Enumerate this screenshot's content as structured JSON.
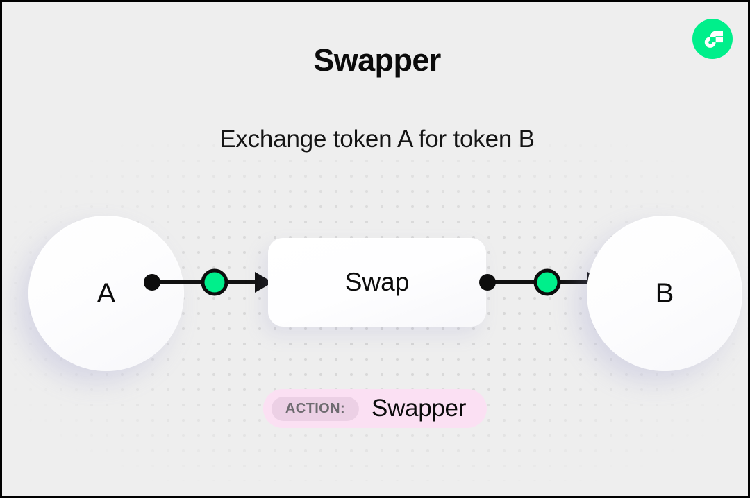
{
  "header": {
    "title": "Swapper",
    "subtitle": "Exchange token A for token B",
    "logo_icon": "flow-logo-icon"
  },
  "theme": {
    "background": "#eeeeee",
    "border": "#000000",
    "accent_green": "#00ef8b",
    "node_fill": "#ffffff",
    "badge_bg": "#fbe0f3",
    "badge_key_bg": "#ecd0e5",
    "badge_key_text": "#6e6b70",
    "text": "#0b0b0b",
    "dot_color": "#d4d4d4"
  },
  "diagram": {
    "type": "flow",
    "nodes": [
      {
        "id": "a",
        "label": "A",
        "shape": "circle"
      },
      {
        "id": "swap",
        "label": "Swap",
        "shape": "rounded-rect"
      },
      {
        "id": "b",
        "label": "B",
        "shape": "circle"
      }
    ],
    "edges": [
      {
        "from": "a",
        "to": "swap",
        "style": "arrow-with-green-handle"
      },
      {
        "from": "swap",
        "to": "b",
        "style": "arrow-with-green-handle"
      }
    ]
  },
  "action_badge": {
    "key": "ACTION:",
    "value": "Swapper"
  }
}
